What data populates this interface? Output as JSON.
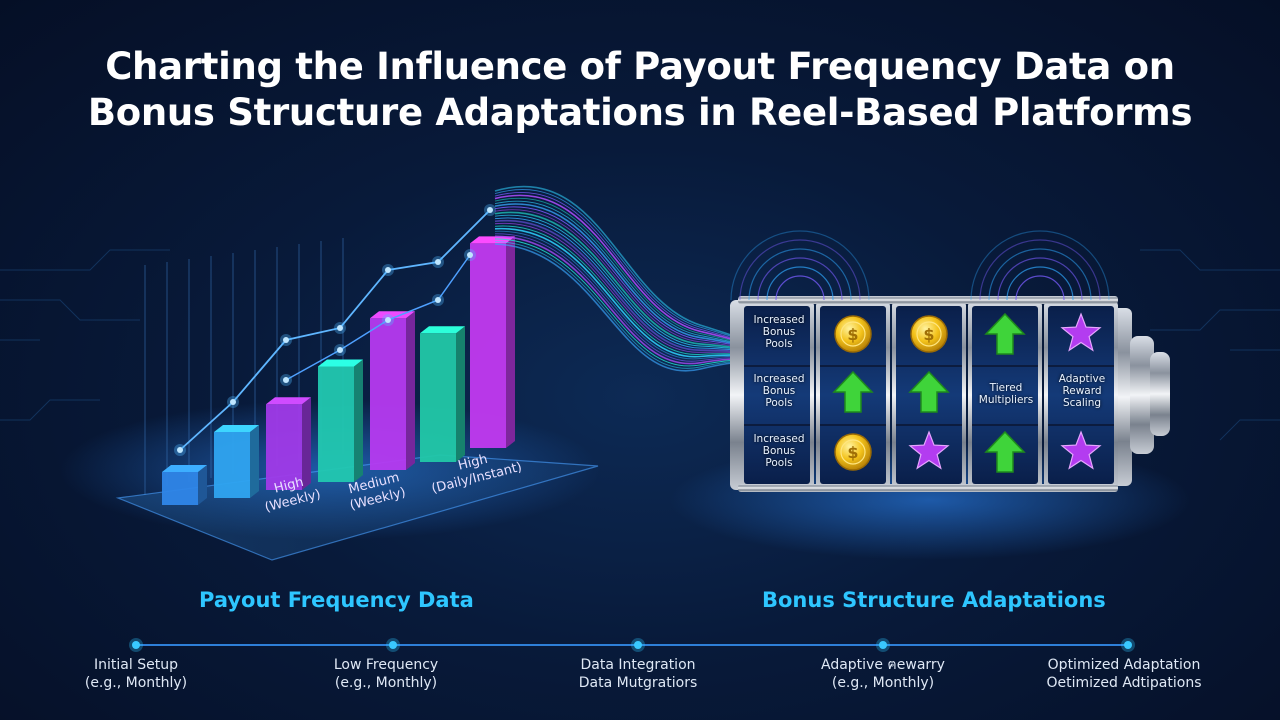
{
  "title": {
    "line1": "Charting the Influence of Payout Frequency Data on",
    "line2": "Bonus Structure Adaptations in Reel-Based Platforms"
  },
  "chart_data": {
    "type": "bar",
    "values": [
      1,
      2,
      2.6,
      3.5,
      4.6,
      3.9,
      6.2
    ],
    "colors": [
      "#2f86e8",
      "#2fa4f0",
      "#a03ae8",
      "#22c8b0",
      "#b63af0",
      "#22c8a8",
      "#c23af0"
    ],
    "bar_labels": [
      {
        "line1": "High",
        "line2": "(Weekly)"
      },
      {
        "line1": "Medium",
        "line2": "(Weekly)"
      },
      {
        "line1": "High",
        "line2": "(Daily/Instant)"
      }
    ]
  },
  "sections": {
    "left": "Payout Frequency Data",
    "right": "Bonus Structure Adaptations"
  },
  "reels": {
    "col1": [
      "Increased\nBonus\nPools",
      "Increased\nBonus\nPools",
      "Increased\nBonus\nPools"
    ],
    "col2_icons": [
      "coin-icon",
      "arrow-up-icon",
      "coin-icon"
    ],
    "col3_icons": [
      "coin-icon",
      "arrow-up-icon",
      "star-icon"
    ],
    "col4": {
      "top_icon": "arrow-up-icon",
      "label": "Tiered\nMultipliers",
      "bottom_icon": "arrow-up-icon"
    },
    "col5": {
      "top_icon": "star-icon",
      "label": "Adaptive\nReward\nScaling",
      "bottom_icon": "star-icon"
    }
  },
  "timeline": [
    {
      "line1": "Initial Setup",
      "line2": "(e.g., Monthly)"
    },
    {
      "line1": "Low Frequency",
      "line2": "(e.g., Monthly)"
    },
    {
      "line1": "Data Integration",
      "line2": "Data Mutgratiors"
    },
    {
      "line1": "Adaptive ฅewarry",
      "line2": "(e.g., Monthly)"
    },
    {
      "line1": "Optimized Adaptation",
      "line2": "Oetimized Adtipations"
    }
  ],
  "colors": {
    "accent": "#2ec6ff",
    "purple": "#b63af0",
    "teal": "#22c8b0",
    "gold": "#f3c21a",
    "green": "#3fd43a"
  }
}
